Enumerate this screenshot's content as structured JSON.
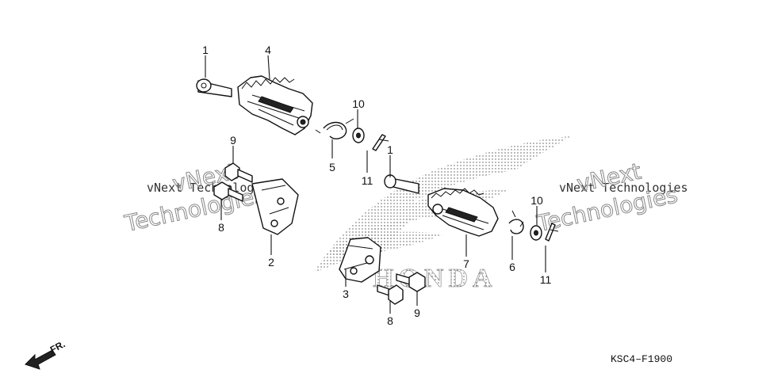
{
  "diagram": {
    "callouts": [
      {
        "id": "c1a",
        "label": "1"
      },
      {
        "id": "c4",
        "label": "4"
      },
      {
        "id": "c10a",
        "label": "10"
      },
      {
        "id": "c5",
        "label": "5"
      },
      {
        "id": "c11a",
        "label": "11"
      },
      {
        "id": "c9a",
        "label": "9"
      },
      {
        "id": "c8a",
        "label": "8"
      },
      {
        "id": "c2",
        "label": "2"
      },
      {
        "id": "c1b",
        "label": "1"
      },
      {
        "id": "c7",
        "label": "7"
      },
      {
        "id": "c10b",
        "label": "10"
      },
      {
        "id": "c6",
        "label": "6"
      },
      {
        "id": "c11b",
        "label": "11"
      },
      {
        "id": "c3",
        "label": "3"
      },
      {
        "id": "c8b",
        "label": "8"
      },
      {
        "id": "c9b",
        "label": "9"
      }
    ],
    "watermark_line": "vNext Technologies",
    "watermark_word": "Technologies",
    "watermark_brand_small": "vNext",
    "brand_logo_text": "HONDA",
    "direction_label": "FR.",
    "diagram_code": "KSC4–F1900"
  }
}
